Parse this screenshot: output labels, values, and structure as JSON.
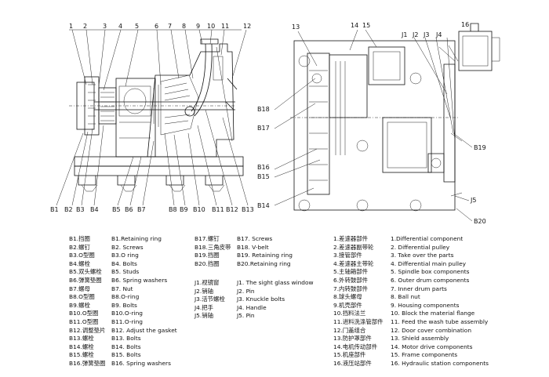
{
  "callouts": {
    "left_top": [
      "1",
      "2",
      "3",
      "4",
      "5",
      "6",
      "7",
      "8",
      "9",
      "10",
      "11",
      "12"
    ],
    "left_bottom": [
      "B1",
      "B2",
      "B3",
      "B4",
      "B5",
      "B6",
      "B7",
      "B8",
      "B9",
      "B10",
      "B11",
      "B12",
      "B13"
    ],
    "right_top": [
      "13",
      "14",
      "15",
      "16",
      "J1",
      "J2",
      "J3",
      "J4"
    ],
    "right_side": [
      "B18",
      "B17",
      "B16",
      "B15",
      "B14",
      "B19",
      "J5",
      "B20"
    ]
  },
  "legend": {
    "b_cn_1": [
      "B1.挡圈",
      "B2.螺钉",
      "B3.O型圈",
      "B4.螺栓",
      "B5.双头螺栓",
      "B6.弹簧垫圈",
      "B7.螺母",
      "B8.O型圈",
      "B9.螺栓",
      "B10.O型圈",
      "B11.O型圈",
      "B12.调整垫片",
      "B13.螺栓",
      "B14.螺栓",
      "B15.螺栓",
      "B16.弹簧垫圈"
    ],
    "b_en_1": [
      "B1.Retaining ring",
      "B2. Screws",
      "B3.O ring",
      "B4. Bolts",
      "B5. Studs",
      "B6. Spring washers",
      "B7. Nut",
      "B8.O-ring",
      "B9. Bolts",
      "B10.O-ring",
      "B11.O-ring",
      "B12. Adjust the gasket",
      "B13. Bolts",
      "B14. Bolts",
      "B15. Bolts",
      "B16. Spring washers"
    ],
    "b_cn_2": [
      "B17.螺钉",
      "B18.三角皮带",
      "B19.挡圈",
      "B20.挡圈"
    ],
    "b_en_2": [
      "B17. Screws",
      "B18. V-belt",
      "B19. Retaining ring",
      "B20.Retaining ring"
    ],
    "j_cn": [
      "J1.视镜窗",
      "J2.销轴",
      "J3.活节螺栓",
      "J4.把手",
      "J5.销轴"
    ],
    "j_en": [
      "J1. The sight glass window",
      "J2. Pin",
      "J3. Knuckle bolts",
      "J4. Handle",
      "J5. Pin"
    ],
    "n_cn": [
      "1.差速器部件",
      "2.差速器副带轮",
      "3.接管部件",
      "4.差速器主带轮",
      "5.主轴箱部件",
      "6.外转鼓部件",
      "7.内转鼓部件",
      "8.球头螺母",
      "9.机壳部件",
      "10.挡料法兰",
      "11.进料洗涤管部件",
      "12.门盖组合",
      "13.防护罩部件",
      "14.电机传动部件",
      "15.机座部件",
      "16.液压站部件"
    ],
    "n_en": [
      "1.Differential component",
      "2. Differential pulley",
      "3. Take over the parts",
      "4. Differential main pulley",
      "5. Spindle box components",
      "6. Outer drum components",
      "7. Inner drum parts",
      "8. Ball nut",
      "9. Housing components",
      "10. Block the material flange",
      "11. Feed the wash tube assembly",
      "12. Door cover combination",
      "13. Shield assembly",
      "14. Motor drive components",
      "15. Frame components",
      "16. Hydraulic station components"
    ]
  }
}
